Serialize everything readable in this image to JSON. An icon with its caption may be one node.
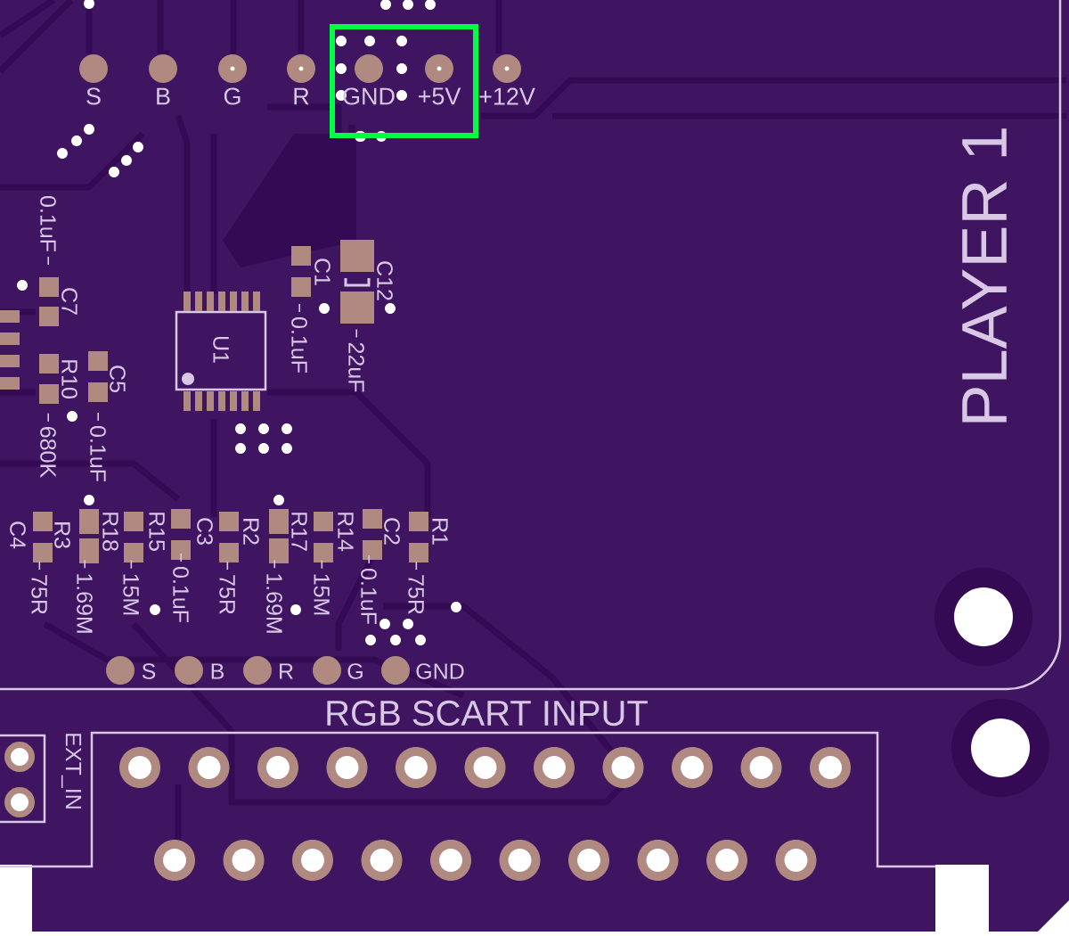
{
  "diagram": {
    "labels": [
      "S",
      "B",
      "G",
      "R",
      "GND",
      "+5V",
      "+12V",
      "PLAYER 1",
      "0.1uF",
      "C7",
      "C1",
      "C12",
      "U1",
      "R10",
      "C5",
      "0.1uF",
      "22uF",
      "680K",
      "0.1uF",
      "C4",
      "R3",
      "R18",
      "R15",
      "C3",
      "R2",
      "R17",
      "R14",
      "C2",
      "R1",
      "75R",
      "1.69M",
      "15M",
      "0.1uF",
      "75R",
      "1.69M",
      "15M",
      "0.1uF",
      "75R",
      "S",
      "B",
      "R",
      "G",
      "GND",
      "RGB SCART INPUT",
      "EXT_IN"
    ]
  }
}
